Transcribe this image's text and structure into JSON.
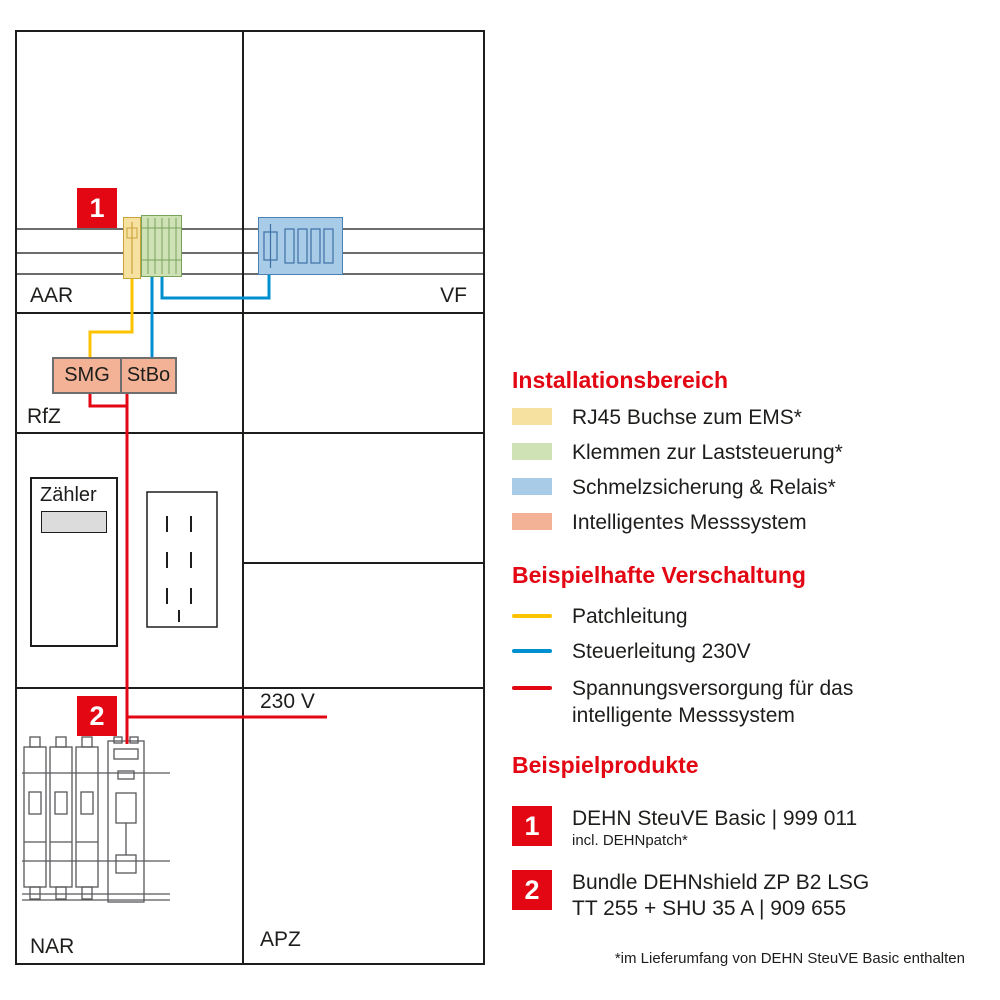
{
  "colors": {
    "red": "#e30613",
    "ink": "#1d1d1b",
    "rail": "#3c3c3b",
    "outline": "#58585a",
    "wire_yellow": "#fdc300",
    "wire_blue": "#0090d0",
    "sw_yellow": "#f7e1a0",
    "sw_green": "#cfe2b6",
    "sw_blue": "#a8cbe8",
    "sw_salmon": "#f3b296",
    "bd_yellow": "#c9a43c",
    "bd_green": "#79a35c",
    "bd_blue": "#4a80b4",
    "bd_gray": "#6e6e6e",
    "display_gray": "#dcdcdc"
  },
  "cabinet": {
    "section_aar": "AAR",
    "section_vf": "VF",
    "section_rfz": "RfZ",
    "section_nar": "NAR",
    "section_apz": "APZ",
    "meter_label": "Zähler",
    "smg_label": "SMG",
    "stbo_label": "StBo",
    "voltage_label": "230 V",
    "marker_1": "1",
    "marker_2": "2"
  },
  "legend": {
    "areas": {
      "title": "Installationsbereich",
      "items": [
        {
          "label": "RJ45 Buchse zum EMS*",
          "color": "#f7e1a0"
        },
        {
          "label": "Klemmen zur Laststeuerung*",
          "color": "#cfe2b6"
        },
        {
          "label": "Schmelzsicherung & Relais*",
          "color": "#a8cbe8"
        },
        {
          "label": "Intelligentes Messsystem",
          "color": "#f3b296"
        }
      ]
    },
    "wiring": {
      "title": "Beispielhafte Verschaltung",
      "items": [
        {
          "label": "Patchleitung",
          "color": "#fdc300"
        },
        {
          "label": "Steuerleitung 230V",
          "color": "#0090d0"
        },
        {
          "label": "Spannungsversorgung für das",
          "label2": "intelligente Messsystem",
          "color": "#e30613"
        }
      ]
    },
    "products": {
      "title": "Beispielprodukte",
      "items": [
        {
          "marker": "1",
          "line1": "DEHN SteuVE Basic | 999 011",
          "line2": "incl. DEHNpatch*"
        },
        {
          "marker": "2",
          "line1": "Bundle DEHNshield ZP B2 LSG",
          "line2": "TT 255 + SHU 35 A | 909 655"
        }
      ]
    },
    "footnote": "*im Lieferumfang von DEHN SteuVE Basic enthalten"
  }
}
